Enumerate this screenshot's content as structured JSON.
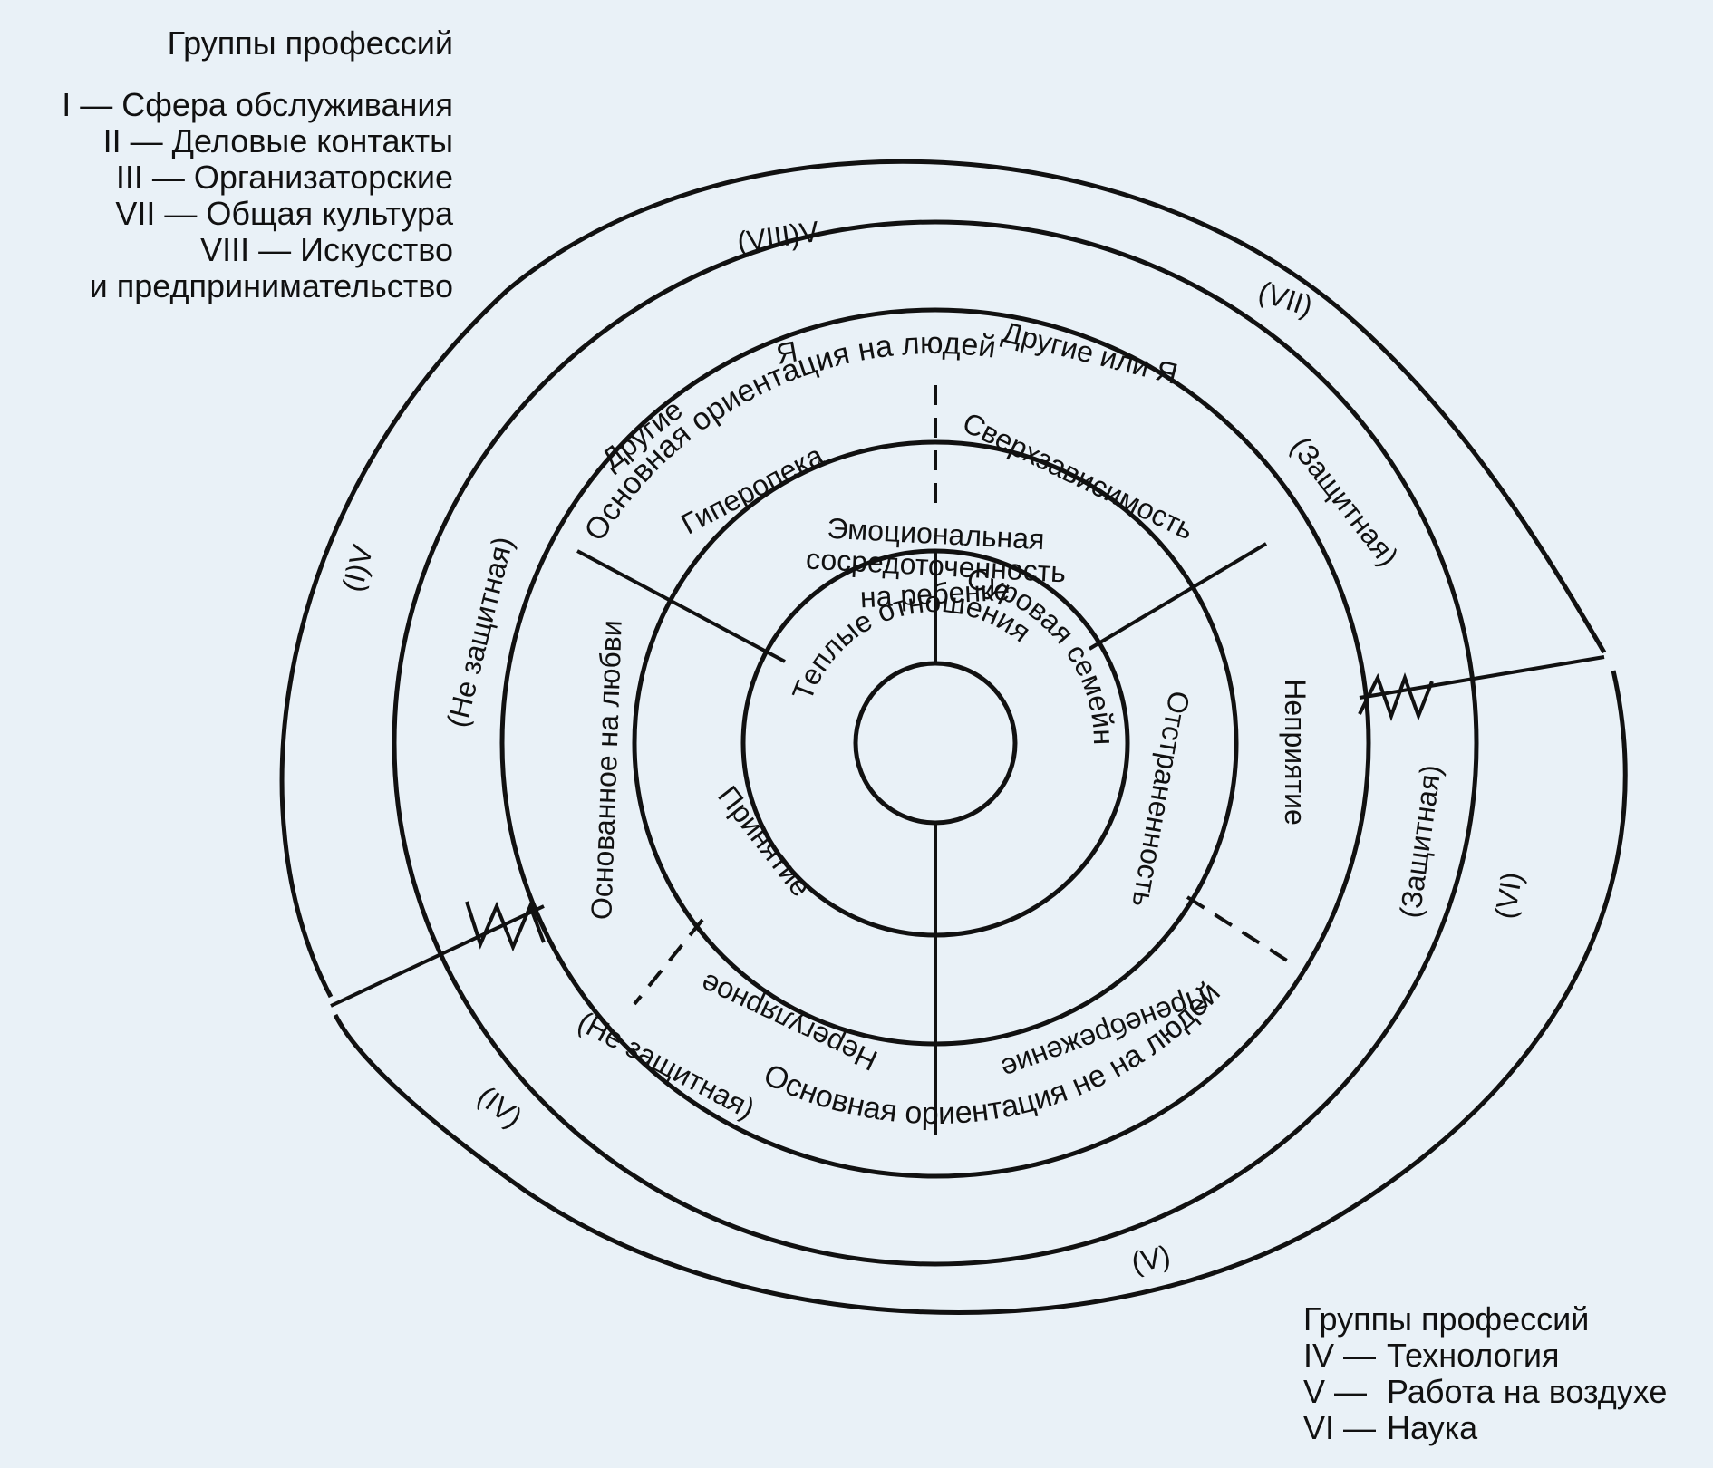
{
  "legend_top": {
    "title": "Группы профессий",
    "items": [
      "I — Сфера обслуживания",
      "II — Деловые контакты",
      "III — Организаторские",
      "VII — Общая культура",
      "VIII — Искусство",
      "и предпринимательство"
    ]
  },
  "legend_bottom": {
    "title": "Группы профессий",
    "items": [
      {
        "code": "IV —",
        "label": "Технология"
      },
      {
        "code": "V —",
        "label": "Работа на воздухе"
      },
      {
        "code": "VI —",
        "label": "Наука"
      }
    ]
  },
  "labels": {
    "outer_upper": "Основная ориентация на людей",
    "outer_lower": "Основная ориентация не на людей",
    "ya": "Я",
    "drugie": "Другие",
    "drugie_ili_ya": "Другие или Я",
    "ne_zashch_left": "(Не защитная)",
    "zashch_right": "(Защитная)",
    "zashch_right_lower": "(Защитная)",
    "ne_zashch_bottom": "(Не защитная)",
    "giperopeka": "Гиперопека",
    "sverkhzavisimost": "Сверхзависимость",
    "osnovannoe": "Основанное на любви",
    "nepriyatie": "Неприятие",
    "neregulyarnoe": "Нерегулярное",
    "prenebrezhenie": "Пренебрежение",
    "prinyatie": "Принятие",
    "otstranennost": "Отстраненность",
    "emo1": "Эмоциональная",
    "emo2": "сосредоточенность",
    "emo3": "на ребенке",
    "teplye": "Теплые отношения",
    "surovaya": "Суровая семейная атмосфера",
    "code_viii_v": "(VIII)V",
    "code_vii": "(VII)",
    "code_i_v": "(I)V",
    "code_vi": "(VI)",
    "code_iv": "(IV)",
    "code_v": "(V)"
  }
}
